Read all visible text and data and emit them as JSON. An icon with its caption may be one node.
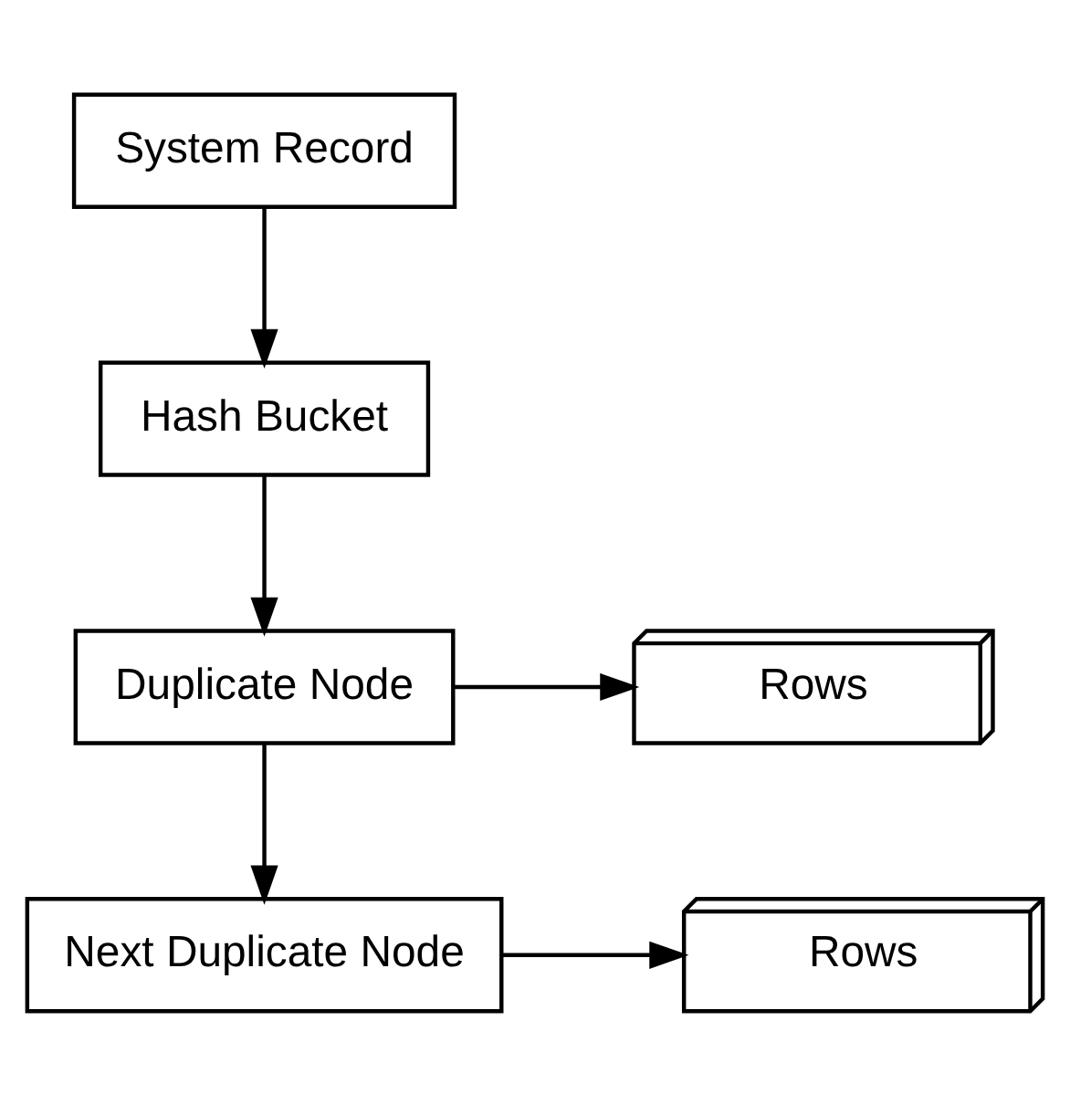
{
  "diagram": {
    "nodes": [
      {
        "text": [
          "System Record"
        ]
      },
      {
        "text": [
          "Hash Bucket"
        ]
      },
      {
        "text": [
          "Duplicate Node"
        ]
      },
      {
        "text": [
          "Rows"
        ]
      },
      {
        "text": [
          "Next Duplicate Node"
        ]
      },
      {
        "text": [
          "Rows"
        ]
      }
    ],
    "edges": [
      {
        "from": 0,
        "to": 1,
        "arrow": "to"
      },
      {
        "from": 1,
        "to": 2,
        "arrow": "to"
      },
      {
        "from": 2,
        "to": 3,
        "arrow": "to"
      },
      {
        "from": 2,
        "to": 4,
        "arrow": "to"
      },
      {
        "from": 4,
        "to": 5,
        "arrow": "to"
      }
    ]
  }
}
